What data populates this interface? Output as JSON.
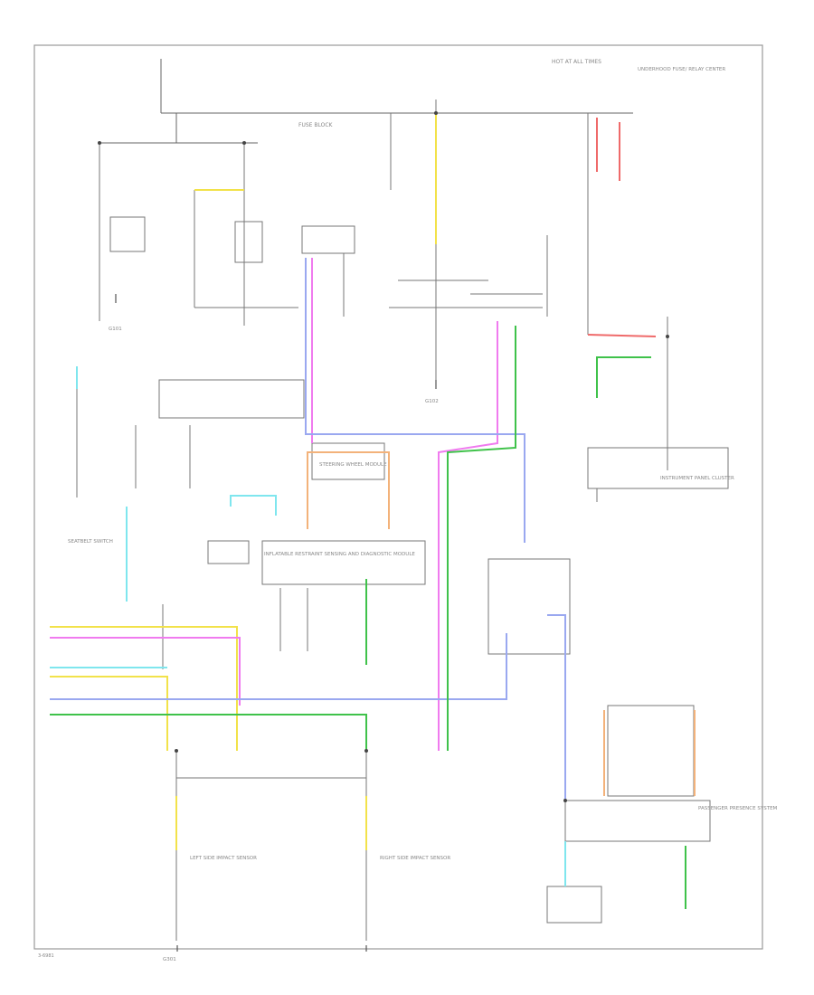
{
  "labels": {
    "hot_all_times": "HOT AT ALL TIMES",
    "underhood_fuse_box": "UNDERHOOD FUSE/ RELAY CENTER",
    "fuse_block": "FUSE BLOCK",
    "instrument_panel_cluster": "INSTRUMENT PANEL CLUSTER",
    "seatbelt_switch_left": "SEATBELT SWITCH",
    "passenger_presence": "PASSENGER PRESENCE SYSTEM",
    "airbag_module": "INFLATABLE RESTRAINT SENSING AND DIAGNOSTIC MODULE",
    "left_side_impact": "LEFT SIDE IMPACT SENSOR",
    "right_side_impact": "RIGHT SIDE IMPACT SENSOR",
    "steering_wheel": "STEERING WHEEL MODULE",
    "g_left": "G101",
    "g_right": "G102",
    "g_bottom": "G301",
    "code": "3-6981"
  },
  "wire_colors": {
    "yellow": "#f2e24a",
    "pink": "#f07bef",
    "cyan": "#7fe6ee",
    "blue": "#9aa8f0",
    "green": "#3fc24a",
    "orange": "#f3b27a",
    "red": "#ef6a6a",
    "black": "#555555"
  }
}
